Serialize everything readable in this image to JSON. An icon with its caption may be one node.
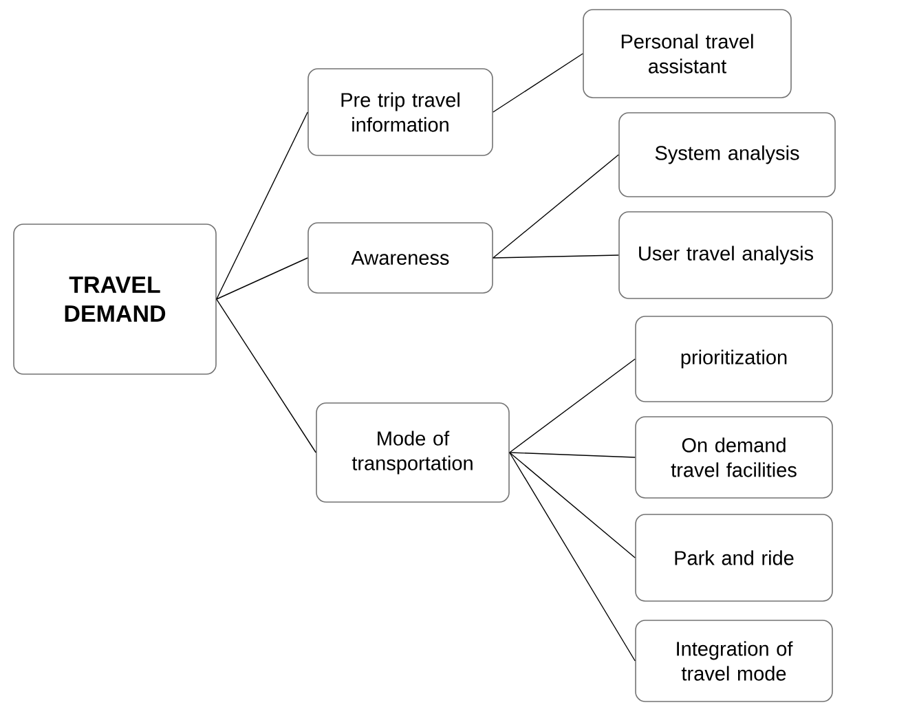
{
  "diagram": {
    "nodes": [
      {
        "text": [
          "TRAVEL DEMAND"
        ]
      },
      {
        "text": [
          "Pre trip travel information"
        ]
      },
      {
        "text": [
          "Awareness"
        ]
      },
      {
        "text": [
          "Mode of transportation"
        ]
      },
      {
        "text": [
          "Personal travel assistant"
        ]
      },
      {
        "text": [
          "System analysis"
        ]
      },
      {
        "text": [
          "User travel analysis"
        ]
      },
      {
        "text": [
          "prioritization"
        ]
      },
      {
        "text": [
          "On demand travel facilities"
        ]
      },
      {
        "text": [
          "Park and ride"
        ]
      },
      {
        "text": [
          "Integration of travel mode"
        ]
      }
    ],
    "edges": [
      {
        "from": 0,
        "to": 1,
        "arrow": "none"
      },
      {
        "from": 0,
        "to": 2,
        "arrow": "none"
      },
      {
        "from": 0,
        "to": 3,
        "arrow": "none"
      },
      {
        "from": 1,
        "to": 4,
        "arrow": "none"
      },
      {
        "from": 2,
        "to": 5,
        "arrow": "none"
      },
      {
        "from": 2,
        "to": 6,
        "arrow": "none"
      },
      {
        "from": 3,
        "to": 7,
        "arrow": "none"
      },
      {
        "from": 3,
        "to": 8,
        "arrow": "none"
      },
      {
        "from": 3,
        "to": 9,
        "arrow": "none"
      },
      {
        "from": 3,
        "to": 10,
        "arrow": "none"
      }
    ]
  }
}
